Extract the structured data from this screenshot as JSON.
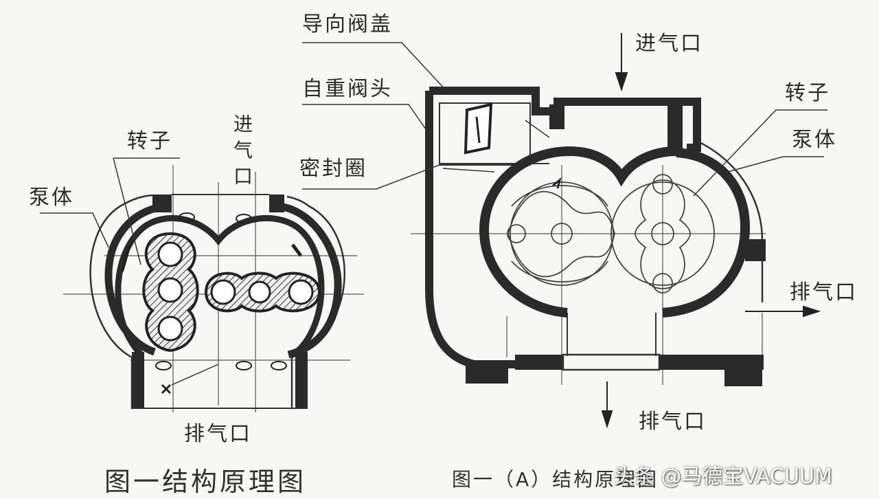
{
  "left_figure": {
    "label_rotor": "转子",
    "label_pump_body": "泵体",
    "label_inlet": "进气口",
    "label_outlet": "排气口",
    "caption": "图一结构原理图"
  },
  "right_figure": {
    "label_guide_valve_cover": "导向阀盖",
    "label_gravity_valve_head": "自重阀头",
    "label_seal_ring": "密封圈",
    "label_inlet": "进气口",
    "label_rotor": "转子",
    "label_pump_body": "泵体",
    "label_outlet_side": "排气口",
    "label_outlet_bottom": "排气口",
    "caption": "图一（A）结构原理图"
  },
  "watermark": "头条 @马德宝VACUUM"
}
